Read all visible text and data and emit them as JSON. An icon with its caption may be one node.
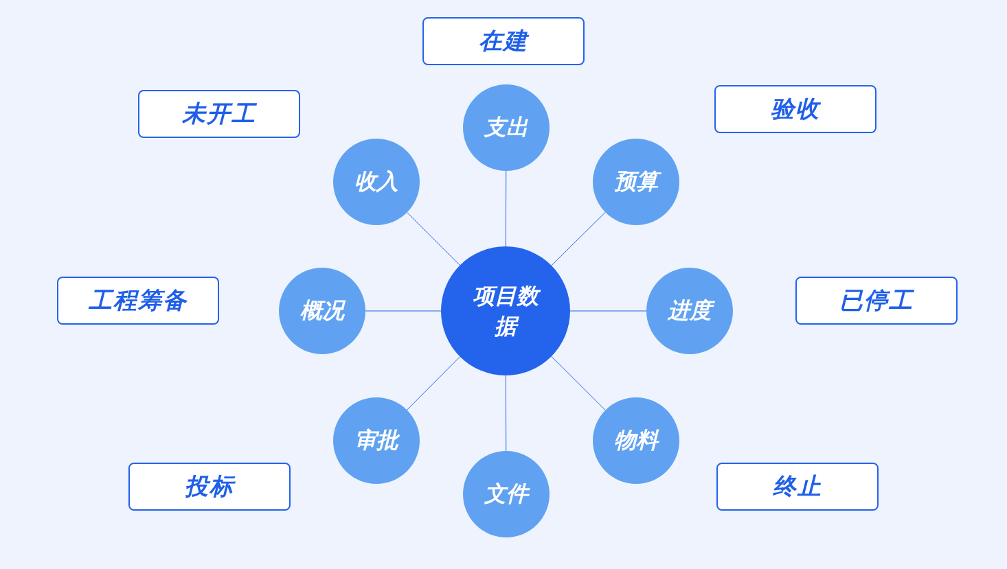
{
  "diagram": {
    "nodes": [
      {
        "text": [
          "项目数据"
        ]
      },
      {
        "text": [
          "支出"
        ]
      },
      {
        "text": [
          "预算"
        ]
      },
      {
        "text": [
          "进度"
        ]
      },
      {
        "text": [
          "物料"
        ]
      },
      {
        "text": [
          "文件"
        ]
      },
      {
        "text": [
          "审批"
        ]
      },
      {
        "text": [
          "概况"
        ]
      },
      {
        "text": [
          "收入"
        ]
      },
      {
        "text": [
          "在建"
        ]
      },
      {
        "text": [
          "未开工"
        ]
      },
      {
        "text": [
          "验收"
        ]
      },
      {
        "text": [
          "工程筹备"
        ]
      },
      {
        "text": [
          "已停工"
        ]
      },
      {
        "text": [
          "投标"
        ]
      },
      {
        "text": [
          "终止"
        ]
      }
    ],
    "edges": [
      {
        "from": 0,
        "to": 1,
        "arrow": "none"
      },
      {
        "from": 0,
        "to": 2,
        "arrow": "none"
      },
      {
        "from": 0,
        "to": 3,
        "arrow": "none"
      },
      {
        "from": 0,
        "to": 4,
        "arrow": "none"
      },
      {
        "from": 0,
        "to": 5,
        "arrow": "none"
      },
      {
        "from": 0,
        "to": 6,
        "arrow": "none"
      },
      {
        "from": 0,
        "to": 7,
        "arrow": "none"
      },
      {
        "from": 0,
        "to": 8,
        "arrow": "none"
      }
    ]
  }
}
